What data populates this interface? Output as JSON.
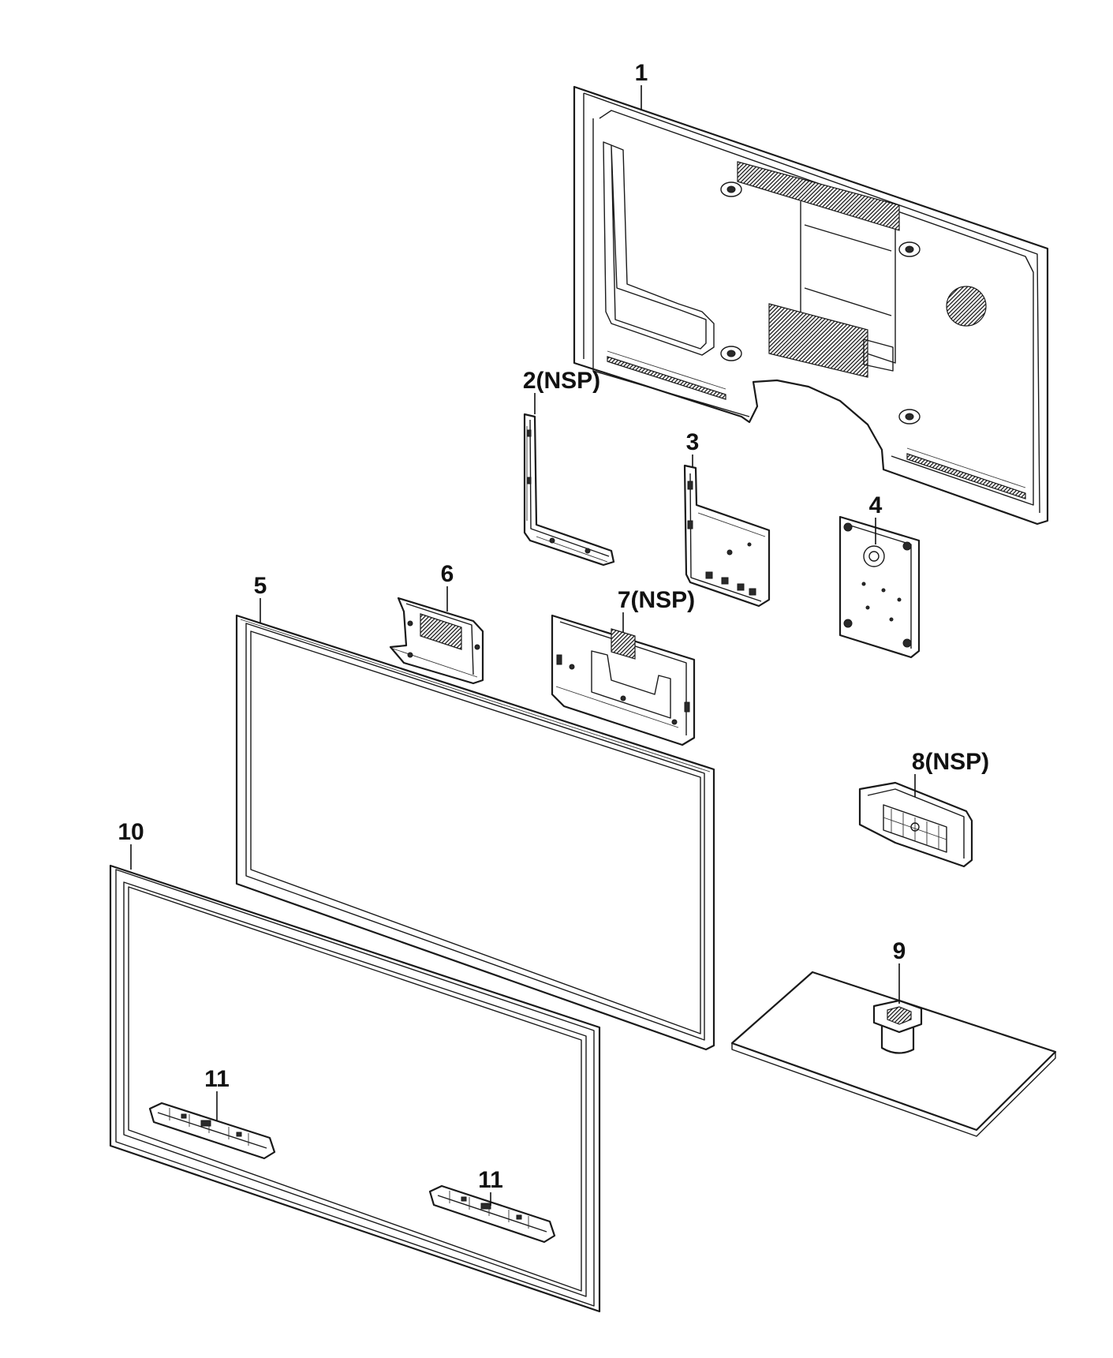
{
  "callouts": {
    "part_1": "1",
    "part_2": "2(NSP)",
    "part_3": "3",
    "part_4": "4",
    "part_5": "5",
    "part_6": "6",
    "part_7": "7(NSP)",
    "part_8": "8(NSP)",
    "part_9": "9",
    "part_10": "10",
    "part_11a": "11",
    "part_11b": "11"
  }
}
